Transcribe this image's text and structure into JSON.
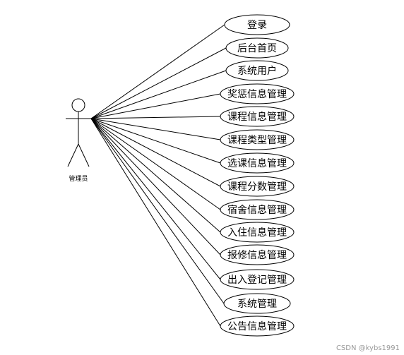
{
  "diagram": {
    "actor": {
      "label": "管理员"
    },
    "use_cases": [
      {
        "label": "登录"
      },
      {
        "label": "后台首页"
      },
      {
        "label": "系统用户"
      },
      {
        "label": "奖惩信息管理"
      },
      {
        "label": "课程信息管理"
      },
      {
        "label": "课程类型管理"
      },
      {
        "label": "选课信息管理"
      },
      {
        "label": "课程分数管理"
      },
      {
        "label": "宿舍信息管理"
      },
      {
        "label": "入住信息管理"
      },
      {
        "label": "报修信息管理"
      },
      {
        "label": "出入登记管理"
      },
      {
        "label": "系统管理"
      },
      {
        "label": "公告信息管理"
      }
    ]
  },
  "watermark": "CSDN @kybs1991"
}
